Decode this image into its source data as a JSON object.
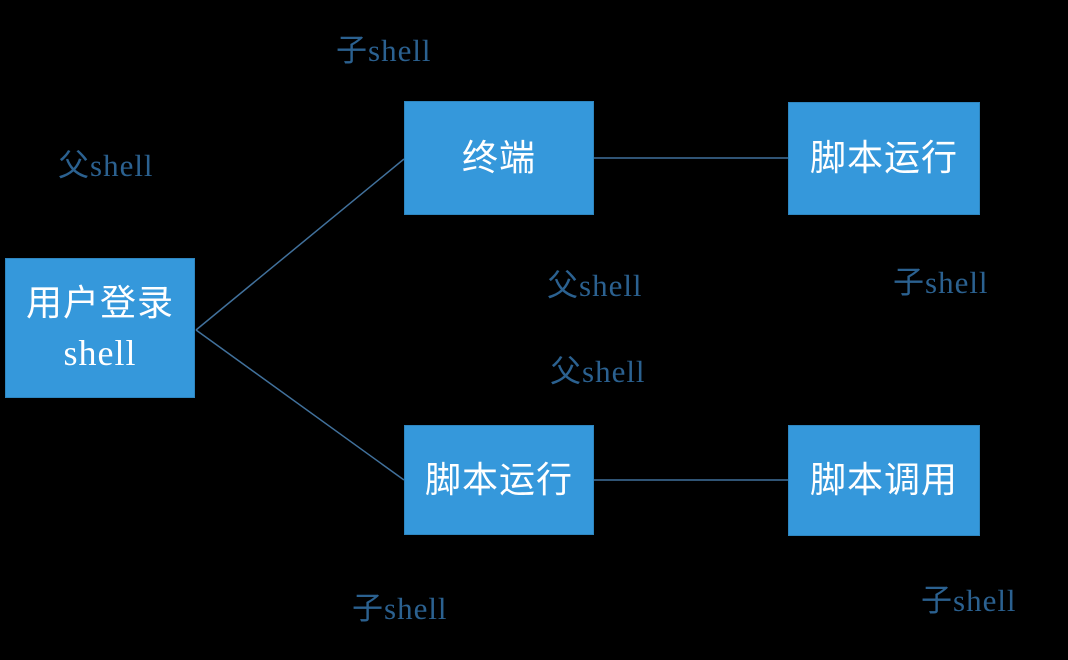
{
  "diagram": {
    "background_color": "#000000",
    "node_fill_color": "#3598DB",
    "node_border_color": "#2E86C0",
    "node_text_color": "#FFFFFF",
    "label_text_color": "#2B6190",
    "connector_color": "#41719C",
    "nodes": [
      {
        "id": "user-login-shell",
        "lines": [
          "用户登录",
          "shell"
        ]
      },
      {
        "id": "terminal",
        "lines": [
          "终端"
        ]
      },
      {
        "id": "script-run-top",
        "lines": [
          "脚本运行"
        ]
      },
      {
        "id": "script-run-bottom",
        "lines": [
          "脚本运行"
        ]
      },
      {
        "id": "script-call",
        "lines": [
          "脚本调用"
        ]
      }
    ],
    "labels": [
      {
        "id": "parent-shell-left",
        "text": "父shell"
      },
      {
        "id": "child-shell-top",
        "text": "子shell"
      },
      {
        "id": "parent-shell-middle-upper",
        "text": "父shell"
      },
      {
        "id": "child-shell-right-upper",
        "text": "子shell"
      },
      {
        "id": "parent-shell-middle-lower",
        "text": "父shell"
      },
      {
        "id": "child-shell-bottom-middle",
        "text": "子shell"
      },
      {
        "id": "child-shell-bottom-right",
        "text": "子shell"
      }
    ],
    "connections": [
      {
        "from": "user-login-shell",
        "to": "terminal"
      },
      {
        "from": "user-login-shell",
        "to": "script-run-bottom"
      },
      {
        "from": "terminal",
        "to": "script-run-top"
      },
      {
        "from": "script-run-bottom",
        "to": "script-call"
      }
    ]
  }
}
